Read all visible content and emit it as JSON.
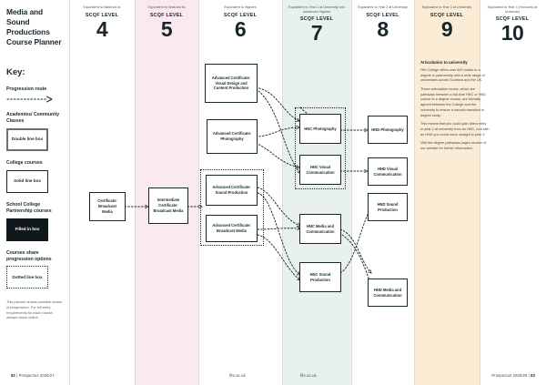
{
  "sidebar": {
    "title": "Media and Sound Productions Course Planner",
    "key_heading": "Key:",
    "key_items": [
      {
        "label": "Progression route",
        "swatch": "arrow"
      },
      {
        "label": "Academies/ Community Classes",
        "swatch": "Double line box"
      },
      {
        "label": "College courses",
        "swatch": "Solid line box"
      },
      {
        "label": "School College Partnership courses",
        "swatch": "Filled in box"
      },
      {
        "label": "Courses share progression options",
        "swatch": "Dotted line box"
      }
    ],
    "footnote": "This planner shows possible routes of progression. For full entry requirements for each course, always check online."
  },
  "columns": [
    {
      "equivalence": "Equivalent to National 4s",
      "scqf_label": "SCQF LEVEL",
      "level": "4",
      "band_color": "#ffffff"
    },
    {
      "equivalence": "Equivalent to National 5s",
      "scqf_label": "SCQF LEVEL",
      "level": "5",
      "band_color": "#fbe9f0"
    },
    {
      "equivalence": "Equivalent to Highers",
      "scqf_label": "SCQF LEVEL",
      "level": "6",
      "band_color": "#ffffff"
    },
    {
      "equivalence": "Equivalent to Year 1 at University and Advanced Highers",
      "scqf_label": "SCQF LEVEL",
      "level": "7",
      "band_color": "#e8f1ec"
    },
    {
      "equivalence": "Equivalent to Year 2 at University",
      "scqf_label": "SCQF LEVEL",
      "level": "8",
      "band_color": "#ffffff"
    },
    {
      "equivalence": "Equivalent to Year 3 at University",
      "scqf_label": "SCQF LEVEL",
      "level": "9",
      "band_color": "#fbecd6"
    },
    {
      "equivalence": "Equivalent to Year 4 (Honours) at University",
      "scqf_label": "SCQF LEVEL",
      "level": "10",
      "band_color": "#ffffff"
    }
  ],
  "nodes": {
    "cert_broadcast": "Certificate: Broadcast Media",
    "interm_cert_broadcast": "Intermediate Certificate: Broadcast Media",
    "adv_visual_design": "Advanced Certificate: Visual Design and Content Production",
    "adv_photography": "Advanced Certificate: Photography",
    "adv_sound_production": "Advanced Certificate: Sound Production",
    "adv_broadcast_media": "Advanced Certificate: Broadcast Media",
    "hnc_photography": "HNC Photography",
    "hnc_visual_comm": "HNC Visual Communication",
    "hnc_media_comm": "HNC Media and Communication",
    "hnc_sound_production": "HNC Sound Production",
    "hnd_photography": "HND Photography",
    "hnd_visual_comm": "HND Visual Communication",
    "hnd_sound_production": "HND Sound Production",
    "hnd_media_comm": "HND Media and Communication"
  },
  "articulation": {
    "heading": "Articulation to university",
    "paragraphs": [
      "Fife College offers over 600 routes to a degree in partnership with a wide range of universities across Scotland and the UK.",
      "These articulation routes, which are pathways between a full-time HNC or HND course to a degree course, are formally agreed between the College and the university to ensure a smooth transition to degree study.",
      "This means that you could gain direct entry to year 2 at university from an HNC, and with an HND you could move straight to year 3.",
      "Visit the degree pathways pages section of our website for further information."
    ]
  },
  "footer": {
    "left_page": "82",
    "left_text": "Prospectus 2026/27",
    "mid_left_url": "fife.ac.uk",
    "mid_right_url": "fife.ac.uk",
    "right_text": "Prospectus 2025/26",
    "right_page": "83"
  }
}
